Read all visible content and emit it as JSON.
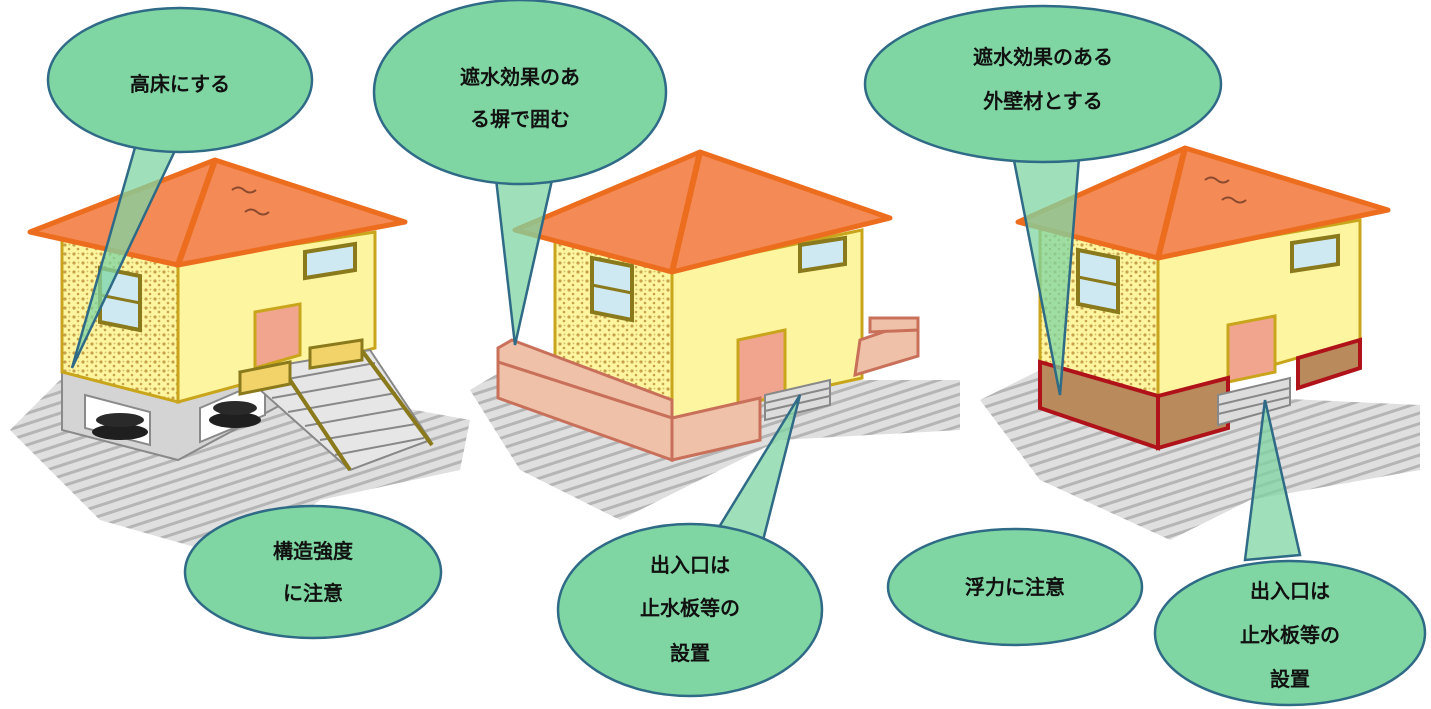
{
  "colors": {
    "bubble_fill": "#7fd6a3",
    "bubble_stroke": "#2f6a86",
    "roof": "#f48a55",
    "roof_edge": "#ec6d1e",
    "wall": "#fdf5a0",
    "wall_edge": "#c9a51c",
    "texture": "#c8a24a",
    "window": "#cfe9f3",
    "door": "#f2a58e",
    "ground": "#9a9a9a",
    "foundation": "#cfcfcf",
    "wall_barrier": "#efc1a8",
    "wall_barrier_edge": "#c9705a",
    "dark_base": "#b5542f",
    "dark_base_edge": "#b0121a",
    "rail": "#8a7a1c"
  },
  "houses": [
    {
      "name": "raised-floor-house",
      "bubbles": [
        {
          "name": "callout-raise-floor",
          "lines": [
            "高床にする"
          ]
        },
        {
          "name": "callout-structural-strength",
          "lines": [
            "構造強度",
            "に注意"
          ]
        }
      ]
    },
    {
      "name": "wall-enclosed-house",
      "bubbles": [
        {
          "name": "callout-enclose-wall",
          "lines": [
            "遮水効果のあ",
            "る塀で囲む"
          ]
        },
        {
          "name": "callout-entrance-stopboard-1",
          "lines": [
            "出入口は",
            "止水板等の",
            "設置"
          ]
        }
      ]
    },
    {
      "name": "waterproof-wall-house",
      "bubbles": [
        {
          "name": "callout-waterproof-wall",
          "lines": [
            "遮水効果のある",
            "外壁材とする"
          ]
        },
        {
          "name": "callout-buoyancy",
          "lines": [
            "浮力に注意"
          ]
        },
        {
          "name": "callout-entrance-stopboard-2",
          "lines": [
            "出入口は",
            "止水板等の",
            "設置"
          ]
        }
      ]
    }
  ]
}
